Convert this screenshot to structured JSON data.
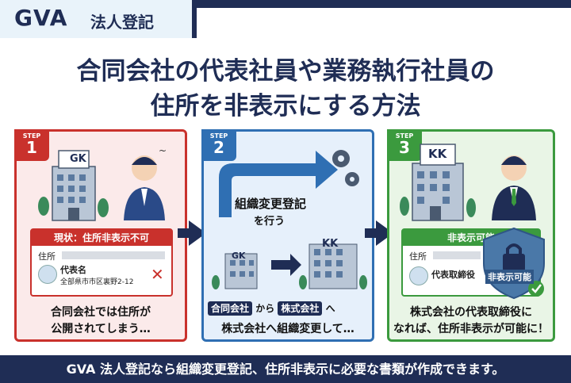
{
  "logo": {
    "brand": "GVA",
    "sub": "法人登記"
  },
  "title": {
    "line1": "合同会社の代表社員や業務執行社員の",
    "line2": "住所を非表示にする方法"
  },
  "step1": {
    "step_label": "STEP",
    "step_num": "1",
    "building_label": "GK",
    "card_header": "現状：住所非表示不可",
    "address_label": "住所",
    "rep_label": "代表名",
    "rep_address": "全部県市市区裏野2-12",
    "caption1": "合同会社では住所が",
    "caption2": "公開されてしまう…",
    "accent": "#c9312c"
  },
  "step2": {
    "step_label": "STEP",
    "step_num": "2",
    "action1": "組織変更登記",
    "action2": "を行う",
    "gk_label": "GK",
    "kk_label": "KK",
    "from_pill": "合同会社",
    "from_word": "から",
    "to_pill": "株式会社",
    "to_word": "へ",
    "caption": "株式会社へ組織変更して…",
    "accent": "#2f6fb3"
  },
  "step3": {
    "step_label": "STEP",
    "step_num": "3",
    "building_label": "KK",
    "card_header": "非表示可能",
    "address_label": "住所",
    "rep_label": "代表取締役",
    "shield_label": "非表示可能",
    "caption1": "株式会社の代表取締役に",
    "caption2": "なれば、住所非表示が可能に！",
    "accent": "#3b9a3e"
  },
  "footer": {
    "text": "GVA 法人登記なら組織変更登記、住所非表示に必要な書類が作成できます。"
  }
}
